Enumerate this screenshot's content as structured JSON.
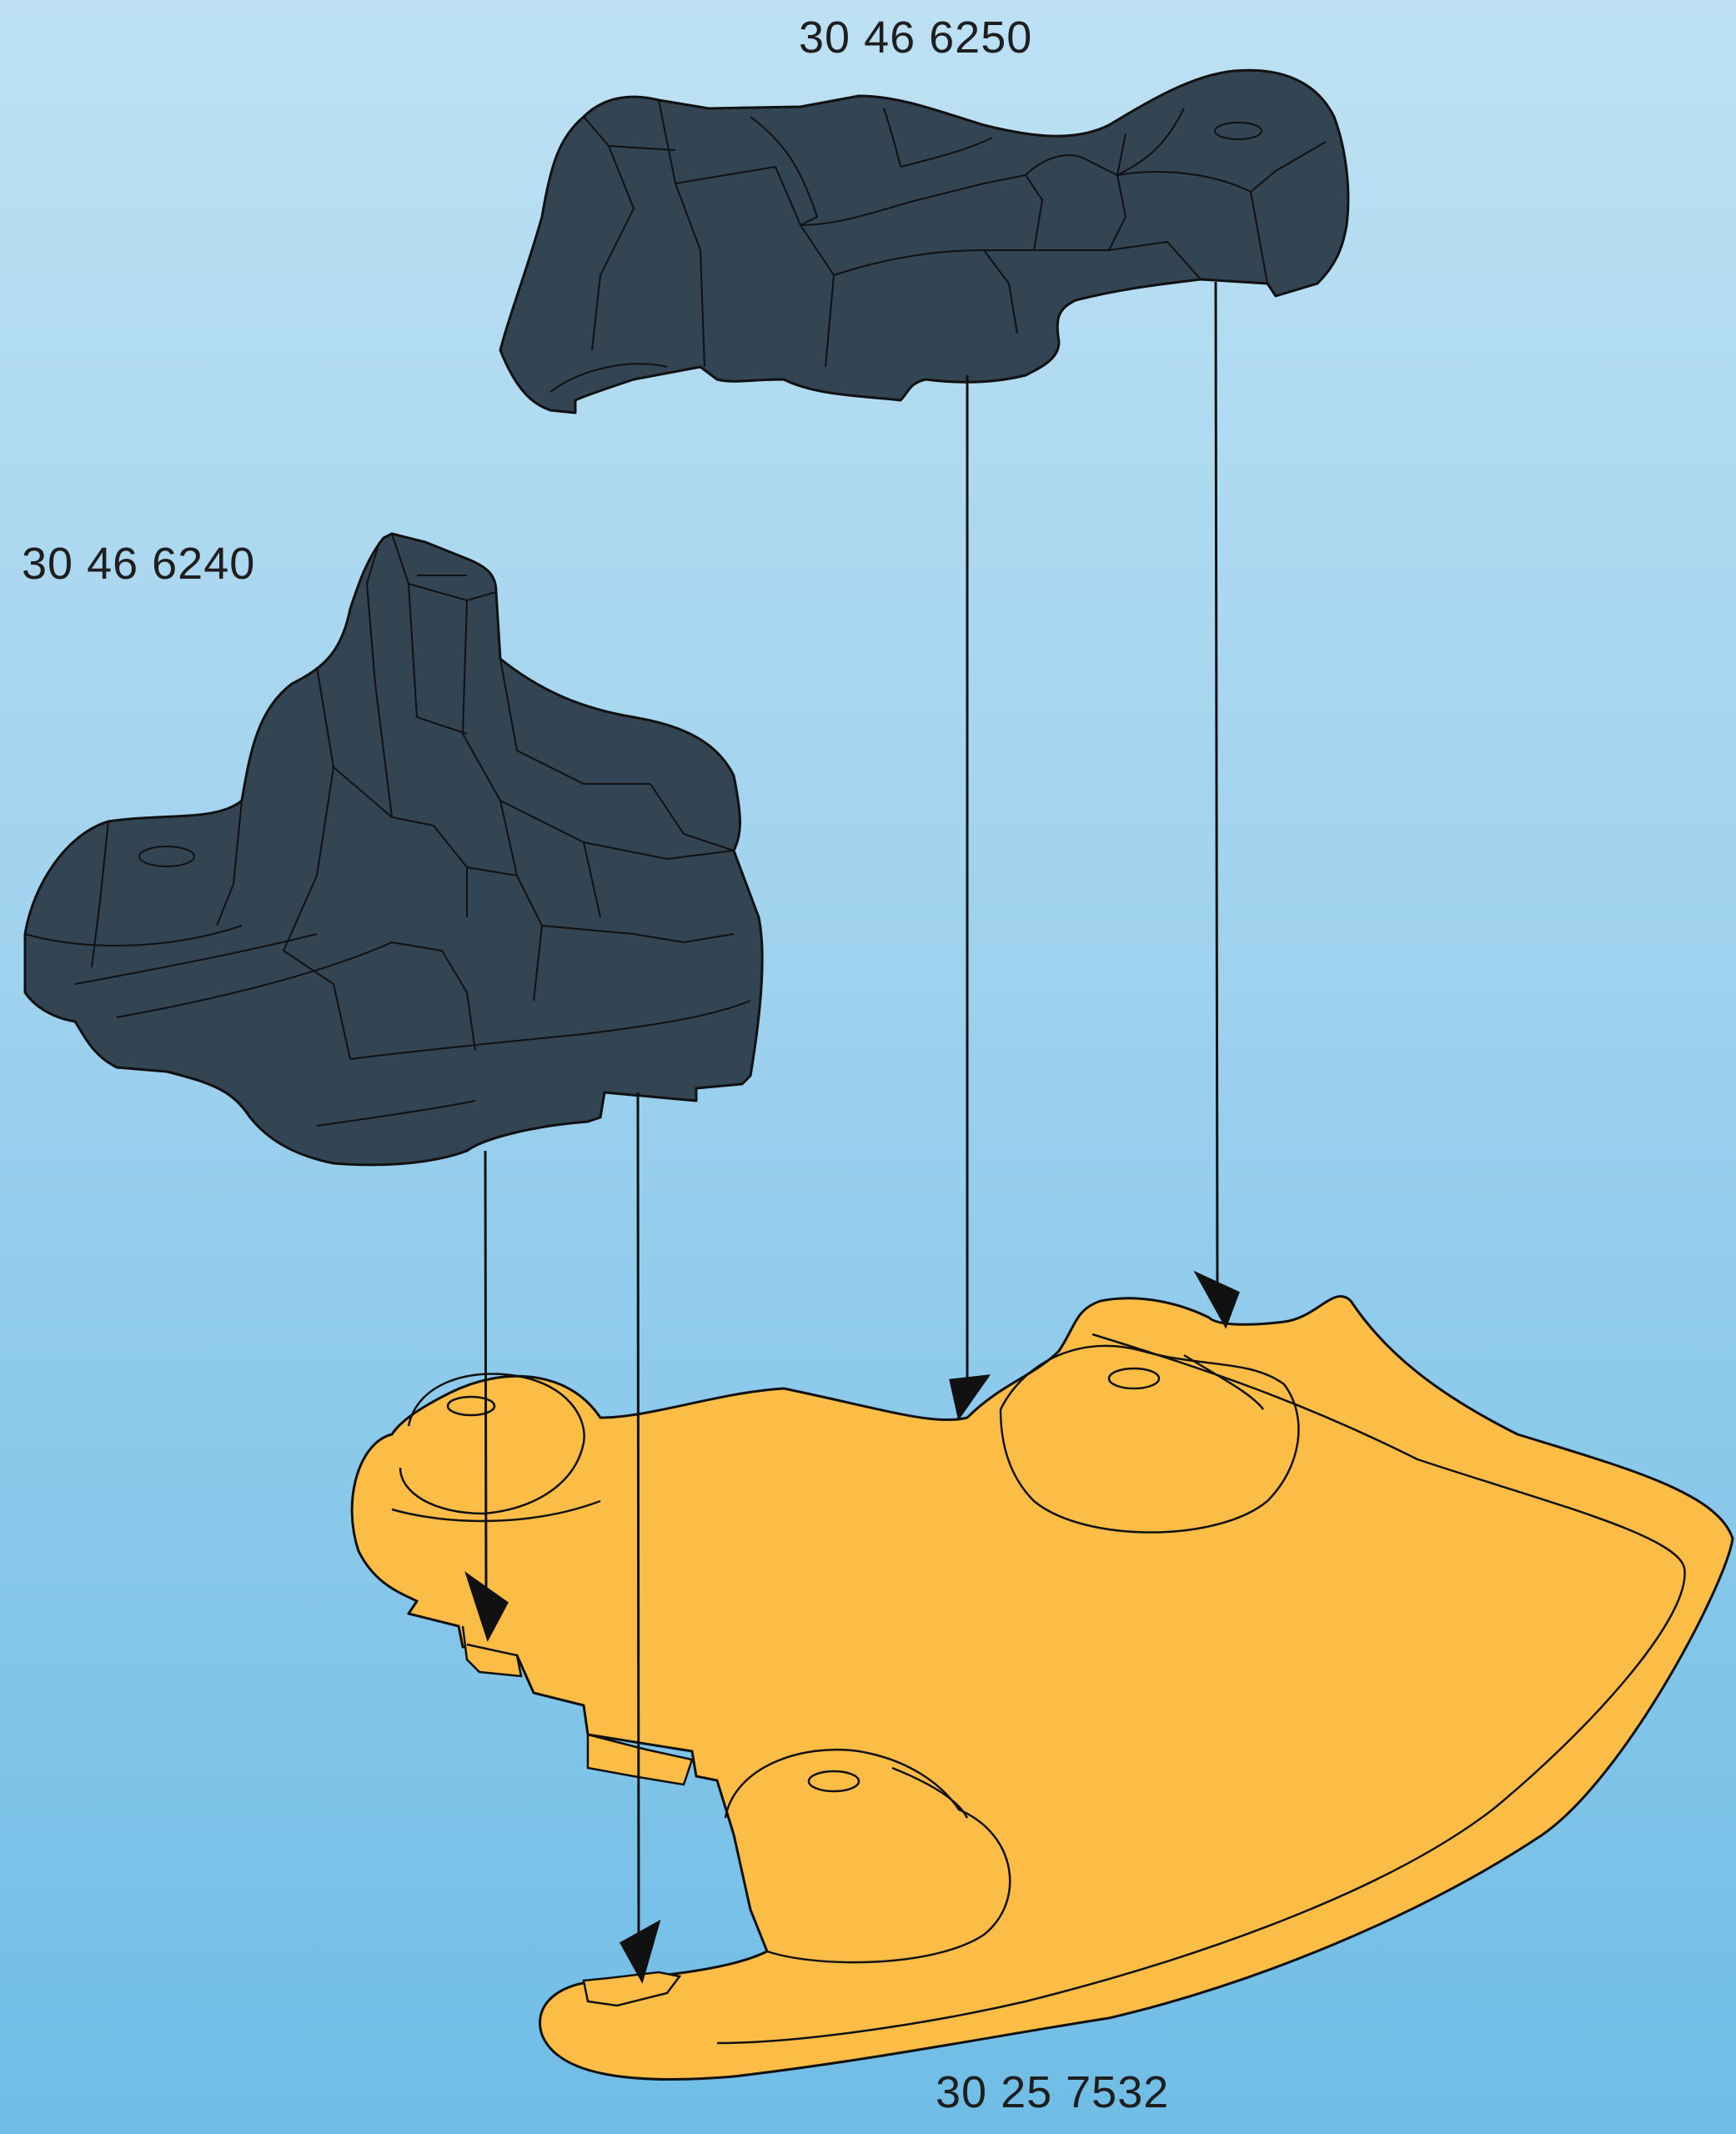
{
  "parts": {
    "top_rock_part_number": "30 46 6250",
    "left_rock_part_number": "30 46 6240",
    "base_plate_part_number": "30 25 7532"
  },
  "colors": {
    "background_top": "#bde1f3",
    "background_bottom": "#6fbde6",
    "rock_fill": "#334452",
    "base_fill": "#fbbd45",
    "outline": "#111111"
  }
}
